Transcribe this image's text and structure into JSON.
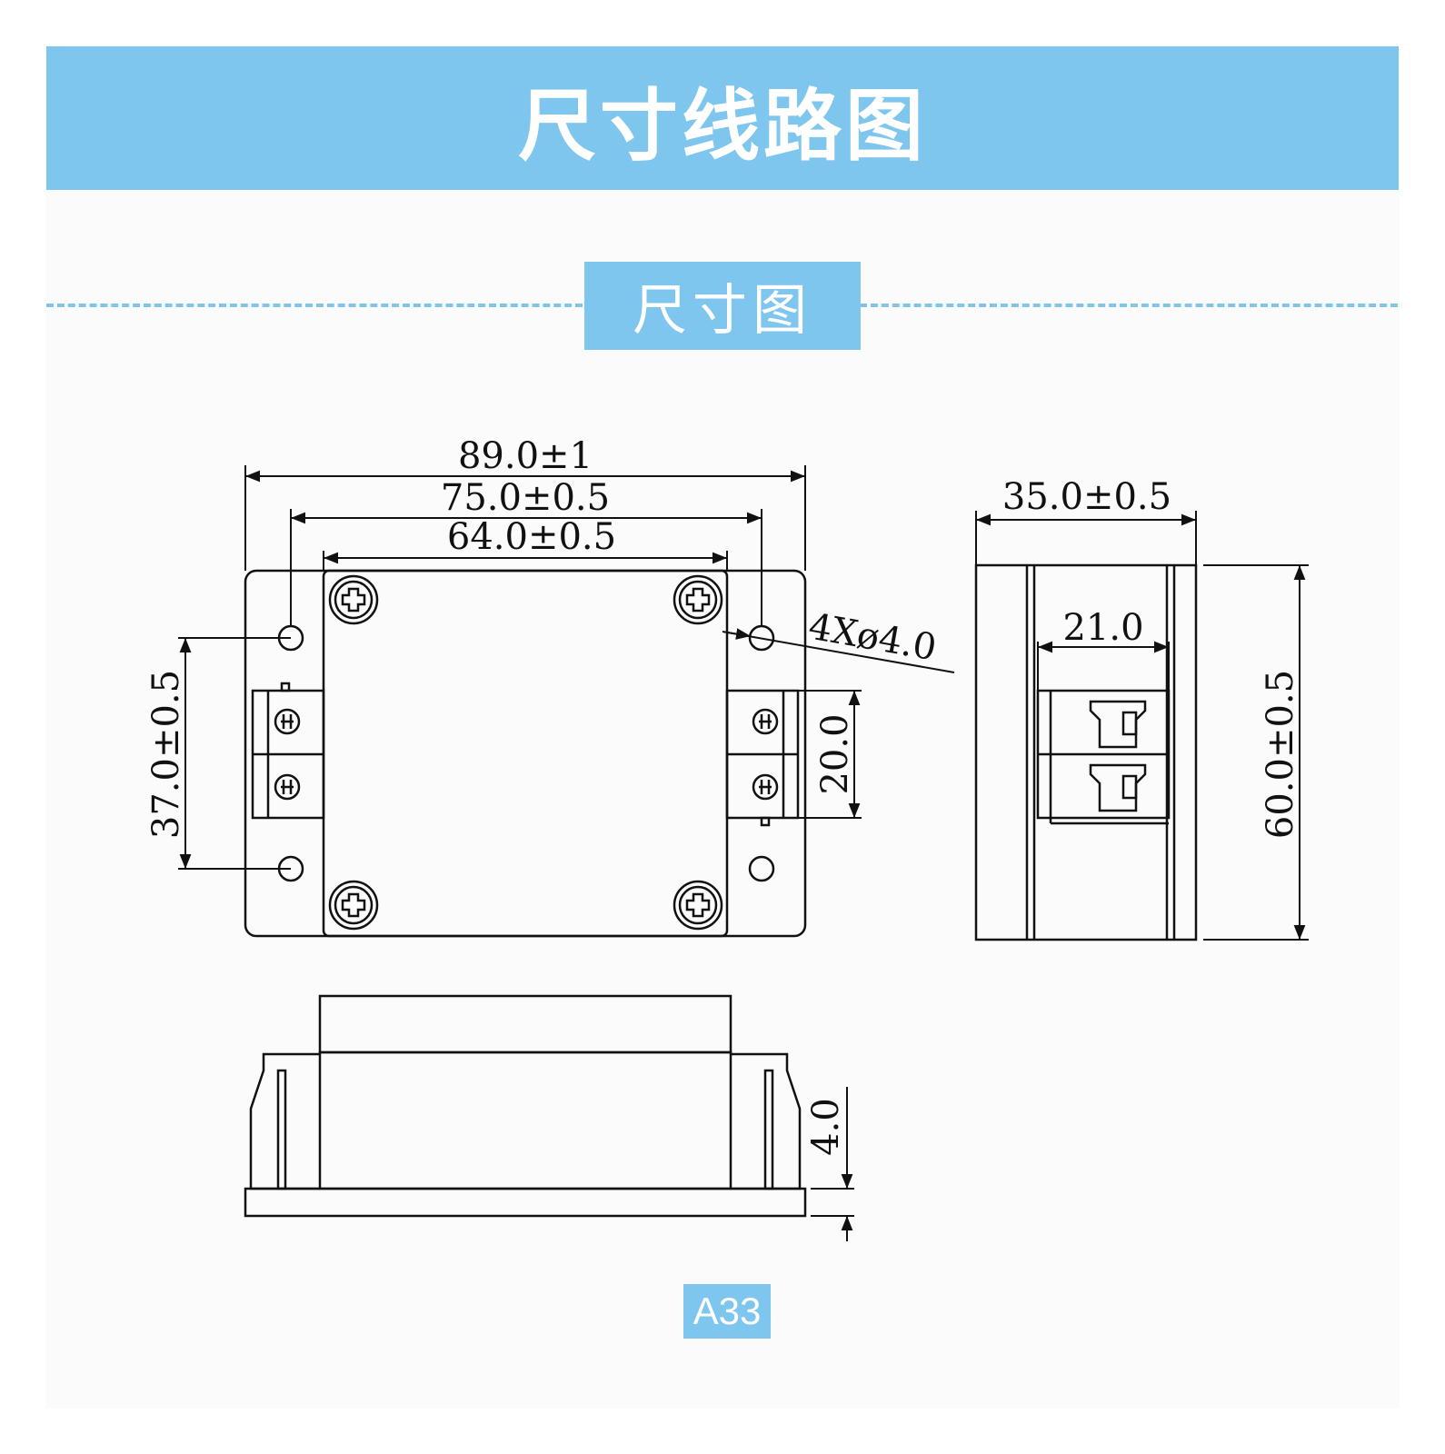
{
  "header": {
    "title": "尺寸线路图"
  },
  "section": {
    "title": "尺寸图"
  },
  "dimensions": {
    "overall_width": "89.0±1",
    "mount_hole_spacing_x": "75.0±0.5",
    "cover_width": "64.0±0.5",
    "mount_hole_spacing_y": "37.0±0.5",
    "mount_holes": "4Xø4.0",
    "terminal_height": "20.0",
    "depth": "35.0±0.5",
    "terminal_width": "21.0",
    "height": "60.0±0.5",
    "flange_thickness": "4.0"
  },
  "model": {
    "code": "A33"
  },
  "colors": {
    "accent": "#7fc6ef",
    "line": "#111111"
  }
}
